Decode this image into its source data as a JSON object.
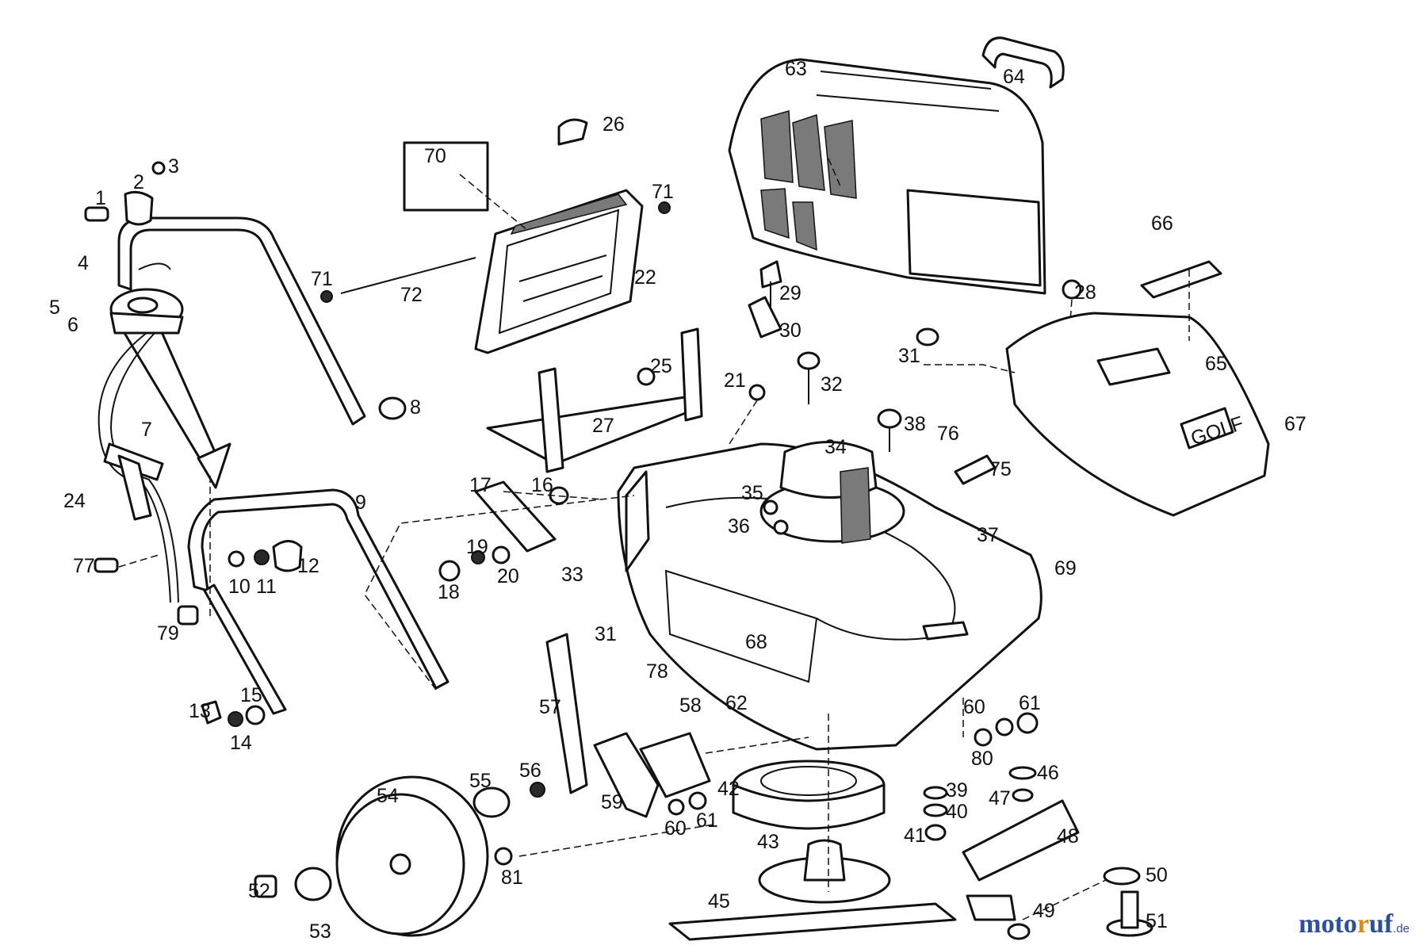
{
  "diagram": {
    "part_labels": {
      "l1": "1",
      "l2": "2",
      "l3": "3",
      "l4": "4",
      "l5": "5",
      "l6": "6",
      "l7": "7",
      "l8": "8",
      "l9": "9",
      "l10": "10",
      "l11": "11",
      "l12": "12",
      "l13": "13",
      "l14": "14",
      "l15": "15",
      "l16": "16",
      "l17": "17",
      "l18": "18",
      "l19": "19",
      "l20": "20",
      "l21": "21",
      "l22": "22",
      "l24": "24",
      "l25": "25",
      "l26": "26",
      "l27": "27",
      "l28": "28",
      "l29": "29",
      "l30": "30",
      "l31a": "31",
      "l31b": "31",
      "l32": "32",
      "l33": "33",
      "l34": "34",
      "l35": "35",
      "l36": "36",
      "l37": "37",
      "l38": "38",
      "l39": "39",
      "l40": "40",
      "l41": "41",
      "l42": "42",
      "l43": "43",
      "l45": "45",
      "l46": "46",
      "l47": "47",
      "l48": "48",
      "l49": "49",
      "l50": "50",
      "l51": "51",
      "l52": "52",
      "l53": "53",
      "l54": "54",
      "l55": "55",
      "l56": "56",
      "l57": "57",
      "l58": "58",
      "l59": "59",
      "l60a": "60",
      "l60b": "60",
      "l61a": "61",
      "l61b": "61",
      "l62": "62",
      "l63": "63",
      "l64": "64",
      "l65": "65",
      "l66": "66",
      "l67": "67",
      "l68": "68",
      "l69": "69",
      "l70": "70",
      "l71a": "71",
      "l71b": "71",
      "l72": "72",
      "l75": "75",
      "l76": "76",
      "l77": "77",
      "l78": "78",
      "l79": "79",
      "l80": "80",
      "l81": "81"
    },
    "cover_logo_text": "GOLF",
    "colors": {
      "ink": "#111111",
      "paper": "#ffffff"
    }
  },
  "watermark": {
    "main_pre": "moto",
    "main_f": "r",
    "main_post": "uf",
    "suffix": ".de",
    "colors": {
      "blue": "#2e4f9a",
      "orange": "#e08a12"
    }
  }
}
